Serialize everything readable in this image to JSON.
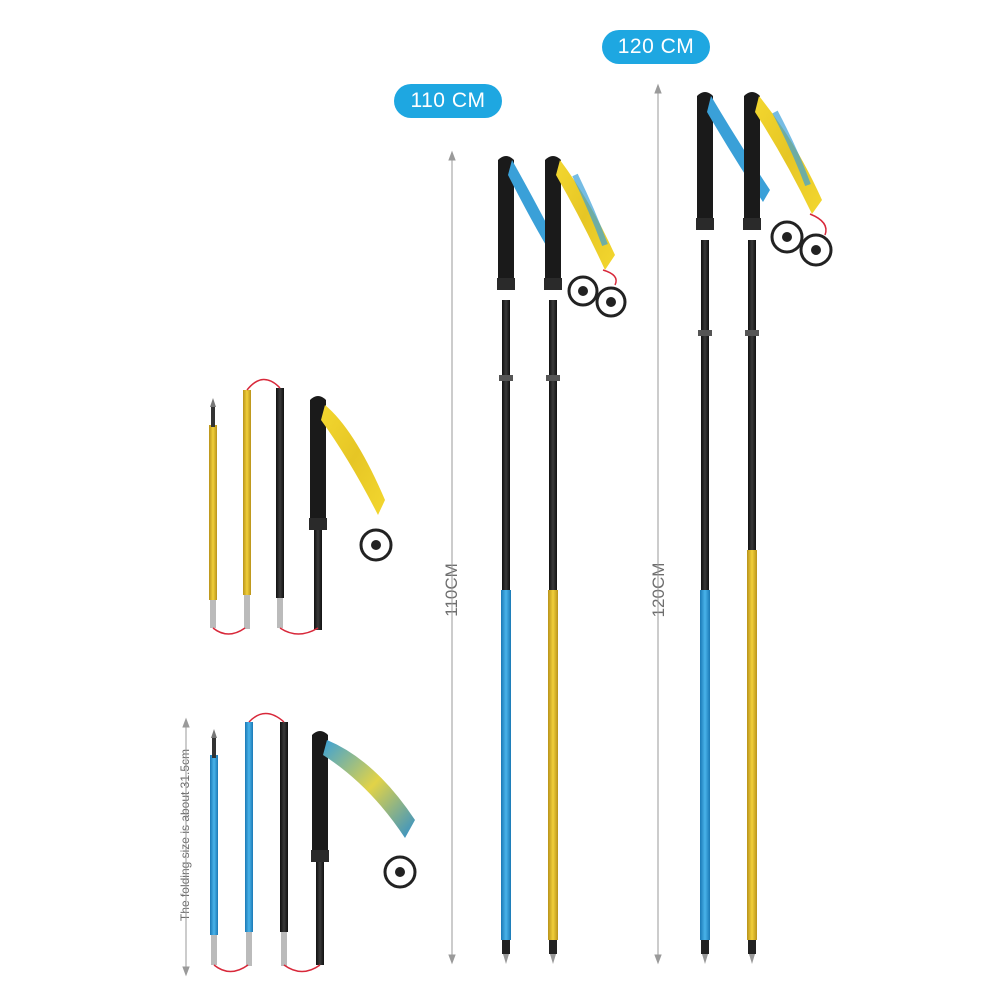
{
  "badges": {
    "size_110": "110 CM",
    "size_120": "120 CM"
  },
  "dimension_labels": {
    "height_110": "110CM",
    "height_120": "120CM",
    "folding_note": "The folding size is about 31.5cm"
  },
  "colors": {
    "badge_blue": "#1ea7e1",
    "shaft_blue": "#1f8fd0",
    "shaft_gold": "#d9b21f",
    "grip_black": "#1a1a1a",
    "strap_yellow": "#f0d22e",
    "strap_blue": "#3aa0d8",
    "cord_red": "#d8283a"
  }
}
